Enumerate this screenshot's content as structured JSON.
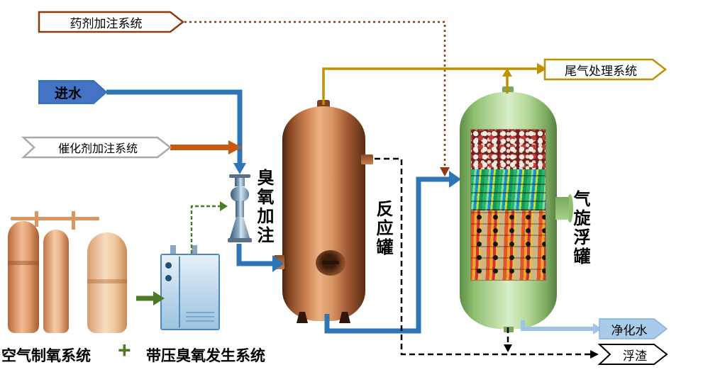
{
  "banners": {
    "chemical_dosing": "药剂加注系统",
    "water_inlet": "进水",
    "catalyst_dosing": "催化剂加注系统",
    "tail_gas": "尾气处理系统",
    "purified_water": "净化水",
    "scum": "浮渣"
  },
  "labels": {
    "ozone_injection": "臭氧加注",
    "reaction_tank": "反应罐",
    "flotation_tank": "气旋浮罐",
    "air_oxygen_system": "空气制氧系统",
    "plus": "+",
    "pressurized_ozone_system": "带压臭氧发生系统"
  },
  "colors": {
    "water_flow": "#2E75B6",
    "catalyst_flow": "#C55A11",
    "chemical_flow": "#8C3B0C",
    "gas_flow": "#BF9000",
    "oxygen_flow": "#4E7A27",
    "purified_flow": "#9DC3E6",
    "scum_flow": "#000000",
    "inlet_banner_fill": "#4472C4",
    "purified_banner_fill": "#A8CCEA"
  }
}
